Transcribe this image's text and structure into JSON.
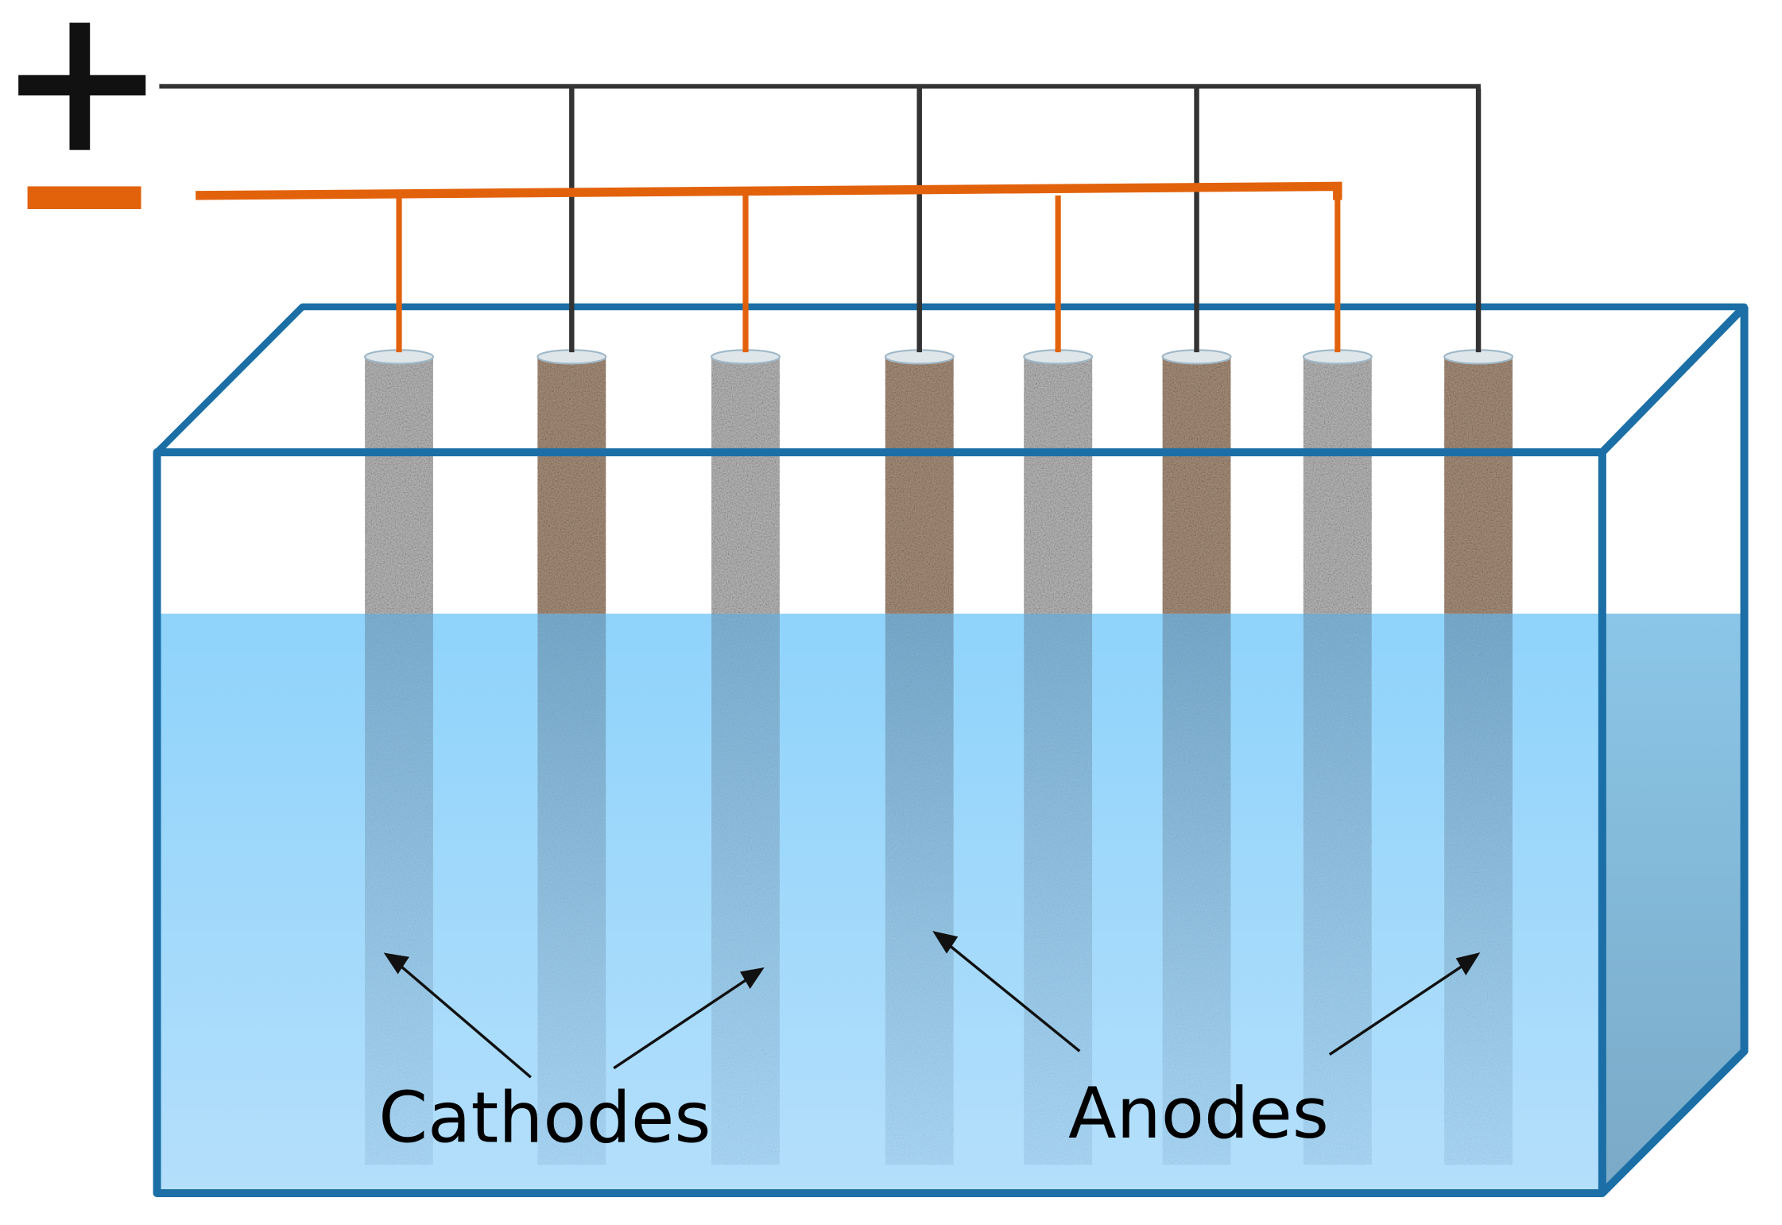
{
  "diagram": {
    "labels": {
      "cathodes": "Cathodes",
      "anodes": "Anodes"
    },
    "terminals": {
      "positive": {
        "symbol": "plus",
        "color": "#111111"
      },
      "negative": {
        "symbol": "minus",
        "color": "#e2620c"
      }
    },
    "electrodes": [
      {
        "type": "cathode",
        "color": "#b8b8b8"
      },
      {
        "type": "anode",
        "color": "#a88f7a"
      },
      {
        "type": "cathode",
        "color": "#b8b8b8"
      },
      {
        "type": "anode",
        "color": "#a88f7a"
      },
      {
        "type": "cathode",
        "color": "#b8b8b8"
      },
      {
        "type": "anode",
        "color": "#a88f7a"
      },
      {
        "type": "cathode",
        "color": "#b8b8b8"
      },
      {
        "type": "anode",
        "color": "#a88f7a"
      }
    ],
    "colors": {
      "tank_outline": "#1b6fa6",
      "water": "#9fd6fb",
      "positive_wire": "#333333",
      "negative_wire": "#e2620c"
    }
  }
}
